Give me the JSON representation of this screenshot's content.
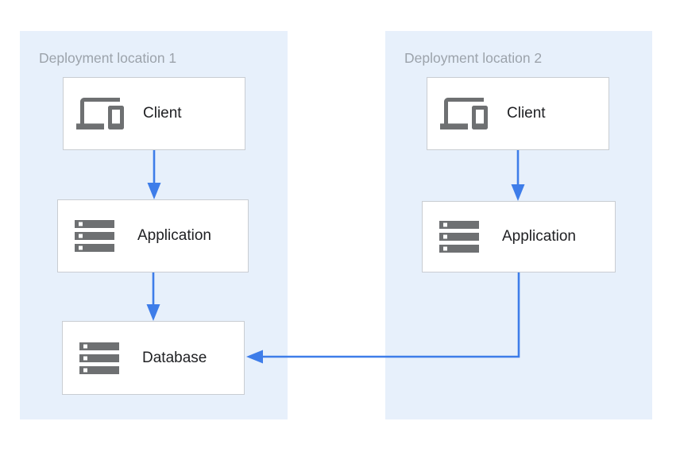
{
  "diagram": {
    "panels": [
      {
        "title": "Deployment location 1",
        "nodes": [
          {
            "id": "client-1",
            "label": "Client",
            "icon": "devices-icon"
          },
          {
            "id": "app-1",
            "label": "Application",
            "icon": "server-stack-icon"
          },
          {
            "id": "db-1",
            "label": "Database",
            "icon": "server-stack-icon"
          }
        ]
      },
      {
        "title": "Deployment location 2",
        "nodes": [
          {
            "id": "client-2",
            "label": "Client",
            "icon": "devices-icon"
          },
          {
            "id": "app-2",
            "label": "Application",
            "icon": "server-stack-icon"
          }
        ]
      }
    ],
    "connections": [
      {
        "from": "client-1",
        "to": "app-1"
      },
      {
        "from": "app-1",
        "to": "db-1"
      },
      {
        "from": "client-2",
        "to": "app-2"
      },
      {
        "from": "app-2",
        "to": "db-1"
      }
    ],
    "colors": {
      "panel_bg": "#e7f0fb",
      "arrow": "#3e7de9",
      "node_border": "#c9cdd2",
      "node_bg": "#ffffff",
      "icon": "#6e7072",
      "title_text": "#9ca3ab",
      "label_text": "#202124",
      "canvas_bg": "#ffffff"
    }
  }
}
